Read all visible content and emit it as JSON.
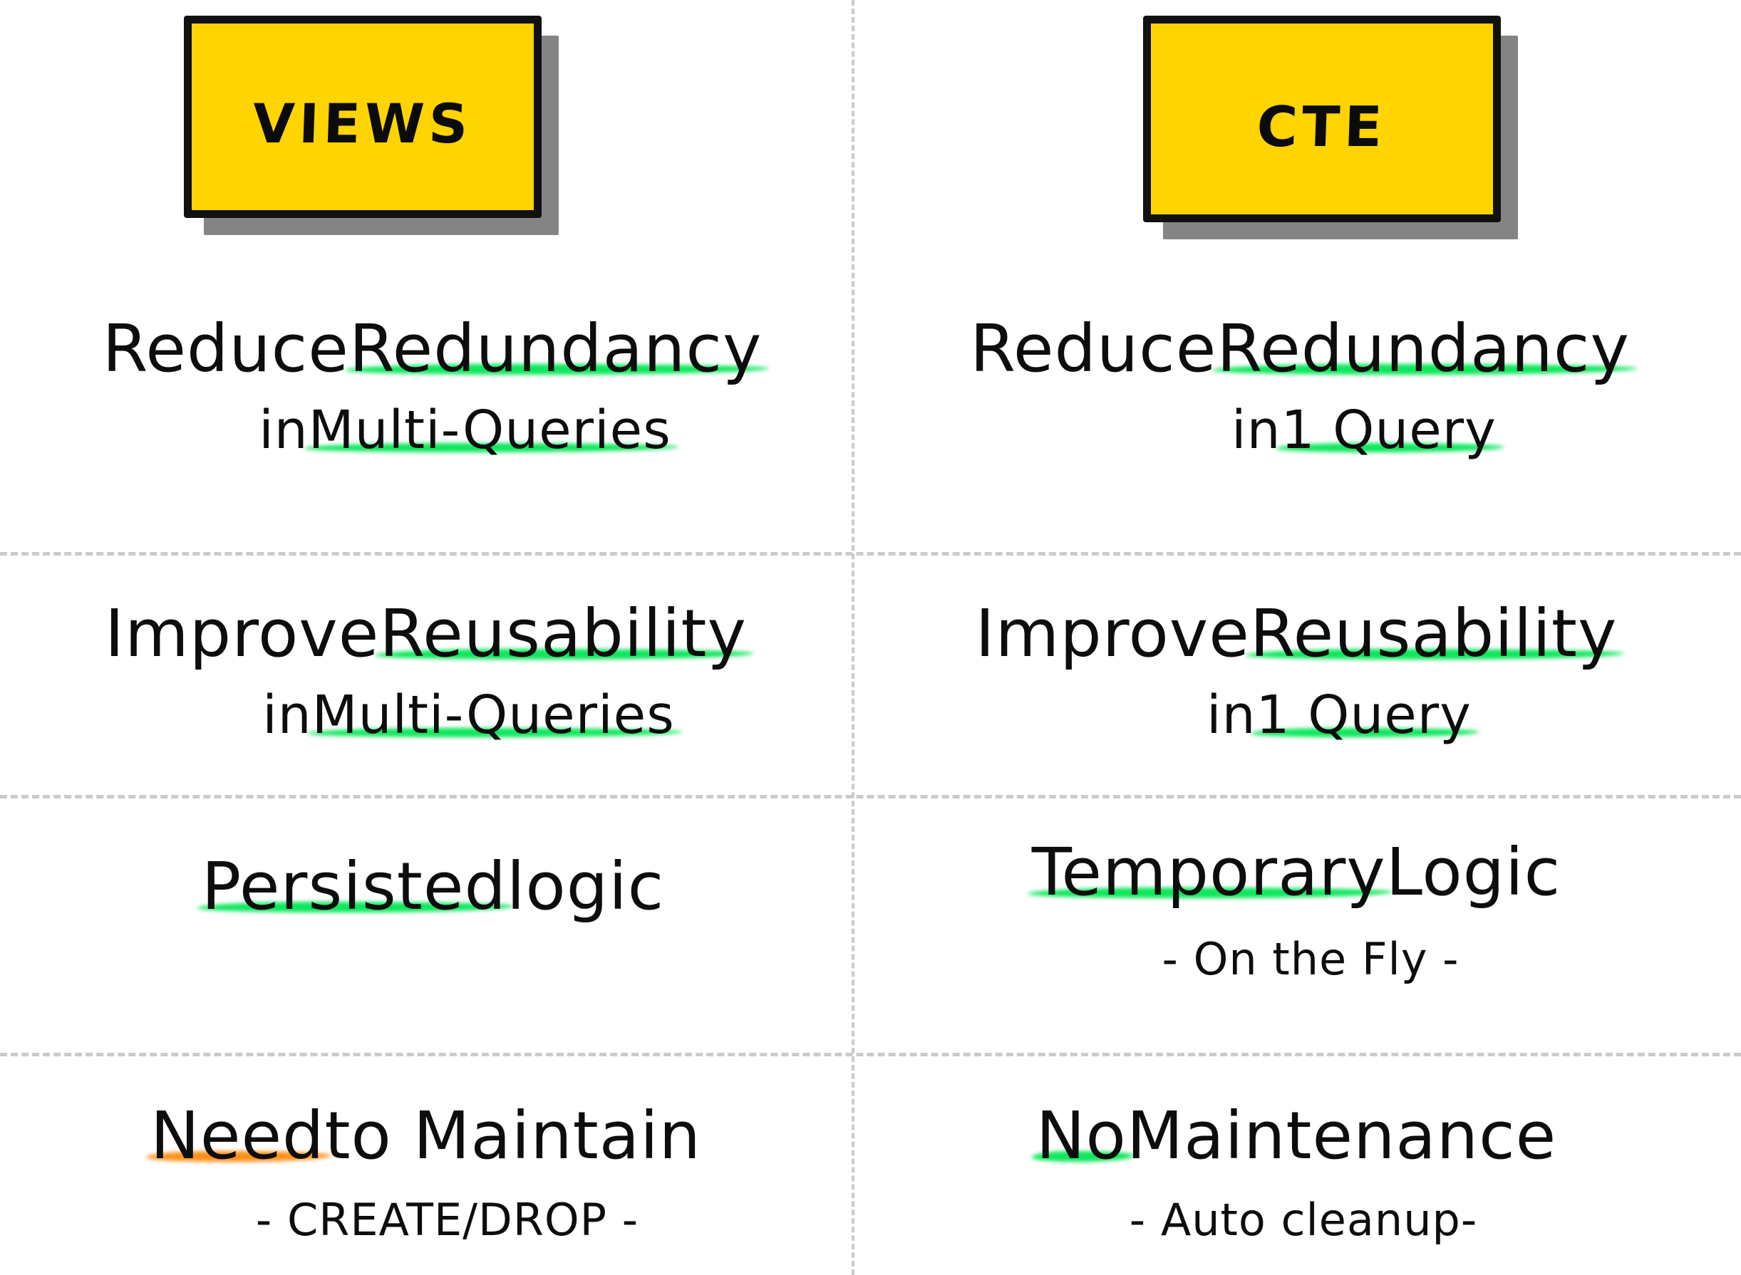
{
  "meta": {
    "title": "VIEWS vs CTE comparison",
    "background": "#FFFFFF",
    "accent_yellow": "#FFD400",
    "ink": "#0D0D0D",
    "highlight_green": "#00E653",
    "highlight_orange": "#FF8A0A",
    "divider": "#C9C9C9",
    "shadow": "#6E6E6E"
  },
  "columns": [
    {
      "id": "views",
      "header": "VIEWS"
    },
    {
      "id": "cte",
      "header": "CTE"
    }
  ],
  "rows": [
    {
      "left": {
        "main": "Reduce Redundancy",
        "main_highlight": "Redundancy",
        "sub": "in Multi-Queries",
        "sub_highlight": "Multi-Queries",
        "highlight_color": "green"
      },
      "right": {
        "main": "Reduce Redundancy",
        "main_highlight": "Redundancy",
        "sub": "in 1 Query",
        "sub_highlight": "1 Query",
        "highlight_color": "green"
      }
    },
    {
      "left": {
        "main": "Improve Reusability",
        "main_highlight": "Reusability",
        "sub": "in Multi-Queries",
        "sub_highlight": "Multi-Queries",
        "highlight_color": "green"
      },
      "right": {
        "main": "Improve Reusability",
        "main_highlight": "Reusability",
        "sub": "in 1 Query",
        "sub_highlight": "1 Query",
        "highlight_color": "green"
      }
    },
    {
      "left": {
        "main": "Persisted logic",
        "main_highlight": "Persisted",
        "sub": "",
        "sub_highlight": "",
        "highlight_color": "green"
      },
      "right": {
        "main": "Temporary Logic",
        "main_highlight": "Temporary",
        "sub": "- On the Fly -",
        "sub_highlight": "",
        "highlight_color": "green"
      }
    },
    {
      "left": {
        "main": "Need to Maintain",
        "main_highlight": "Need",
        "sub": "- CREATE/DROP -",
        "sub_highlight": "",
        "highlight_color": "orange"
      },
      "right": {
        "main": "No Maintenance",
        "main_highlight": "No",
        "sub": "- Auto cleanup-",
        "sub_highlight": "",
        "highlight_color": "green"
      }
    }
  ],
  "text": {
    "r1_left_main_a": "Reduce ",
    "r1_left_main_b": "Redundancy",
    "r1_left_sub_a": "in ",
    "r1_left_sub_b": "Multi-Queries",
    "r1_right_main_a": "Reduce ",
    "r1_right_main_b": "Redundancy",
    "r1_right_sub_a": "in ",
    "r1_right_sub_b": "1 Query",
    "r2_left_main_a": "Improve ",
    "r2_left_main_b": "Reusability",
    "r2_left_sub_a": "in ",
    "r2_left_sub_b": "Multi-Queries",
    "r2_right_main_a": "Improve ",
    "r2_right_main_b": "Reusability",
    "r2_right_sub_a": "in ",
    "r2_right_sub_b": "1 Query",
    "r3_left_main_a": "Persisted",
    "r3_left_main_b": " logic",
    "r3_right_main_a": "Temporary",
    "r3_right_main_b": " Logic",
    "r3_right_sub": "- On the Fly -",
    "r4_left_main_a": "Need",
    "r4_left_main_b": " to Maintain",
    "r4_left_sub": "- CREATE/DROP -",
    "r4_right_main_a": "No",
    "r4_right_main_b": "  Maintenance",
    "r4_right_sub": "- Auto cleanup-"
  }
}
